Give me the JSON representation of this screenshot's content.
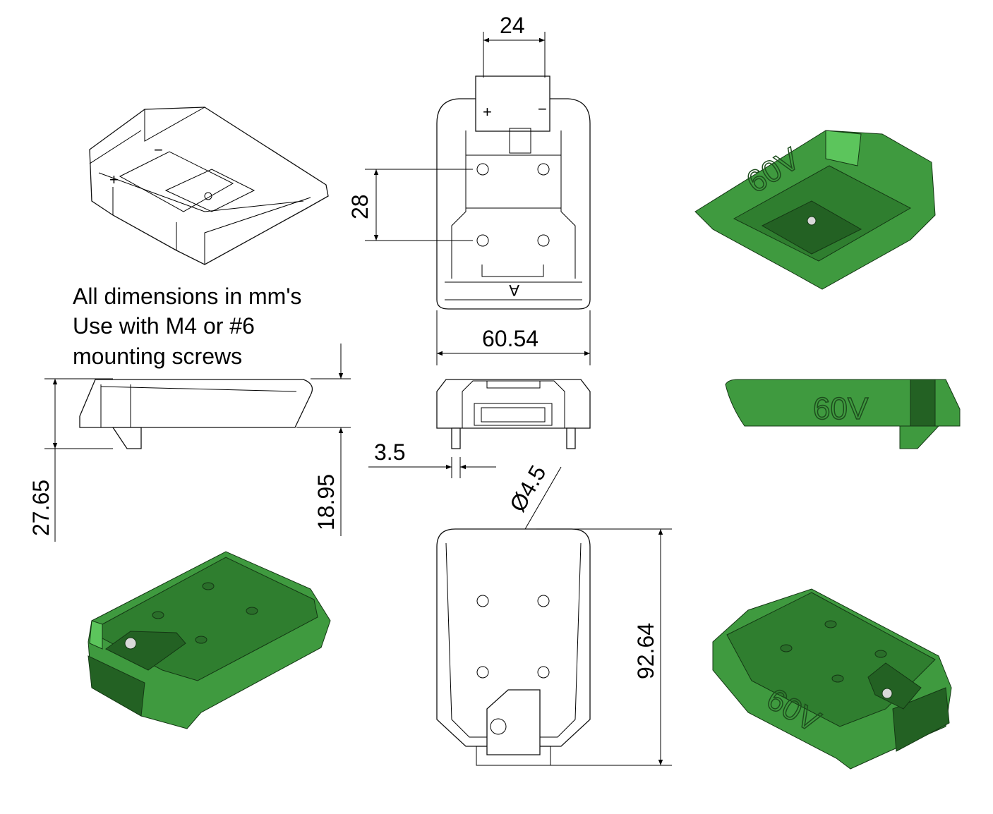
{
  "notes": {
    "line1": "All dimensions in mm's",
    "line2": "Use with M4 or #6",
    "line3": "mounting screws"
  },
  "dimensions": {
    "terminal_width": "24",
    "hole_spacing": "28",
    "overall_width": "60.54",
    "leg_thickness": "3.5",
    "hole_diameter": "Ø4.5",
    "overall_height": "27.65",
    "body_height": "18.95",
    "overall_length": "92.64"
  },
  "markings": {
    "plus": "+",
    "minus": "−",
    "letter": "A",
    "logo": "60V"
  },
  "colors": {
    "part_green": "#3f9a3f",
    "line": "#000000"
  }
}
